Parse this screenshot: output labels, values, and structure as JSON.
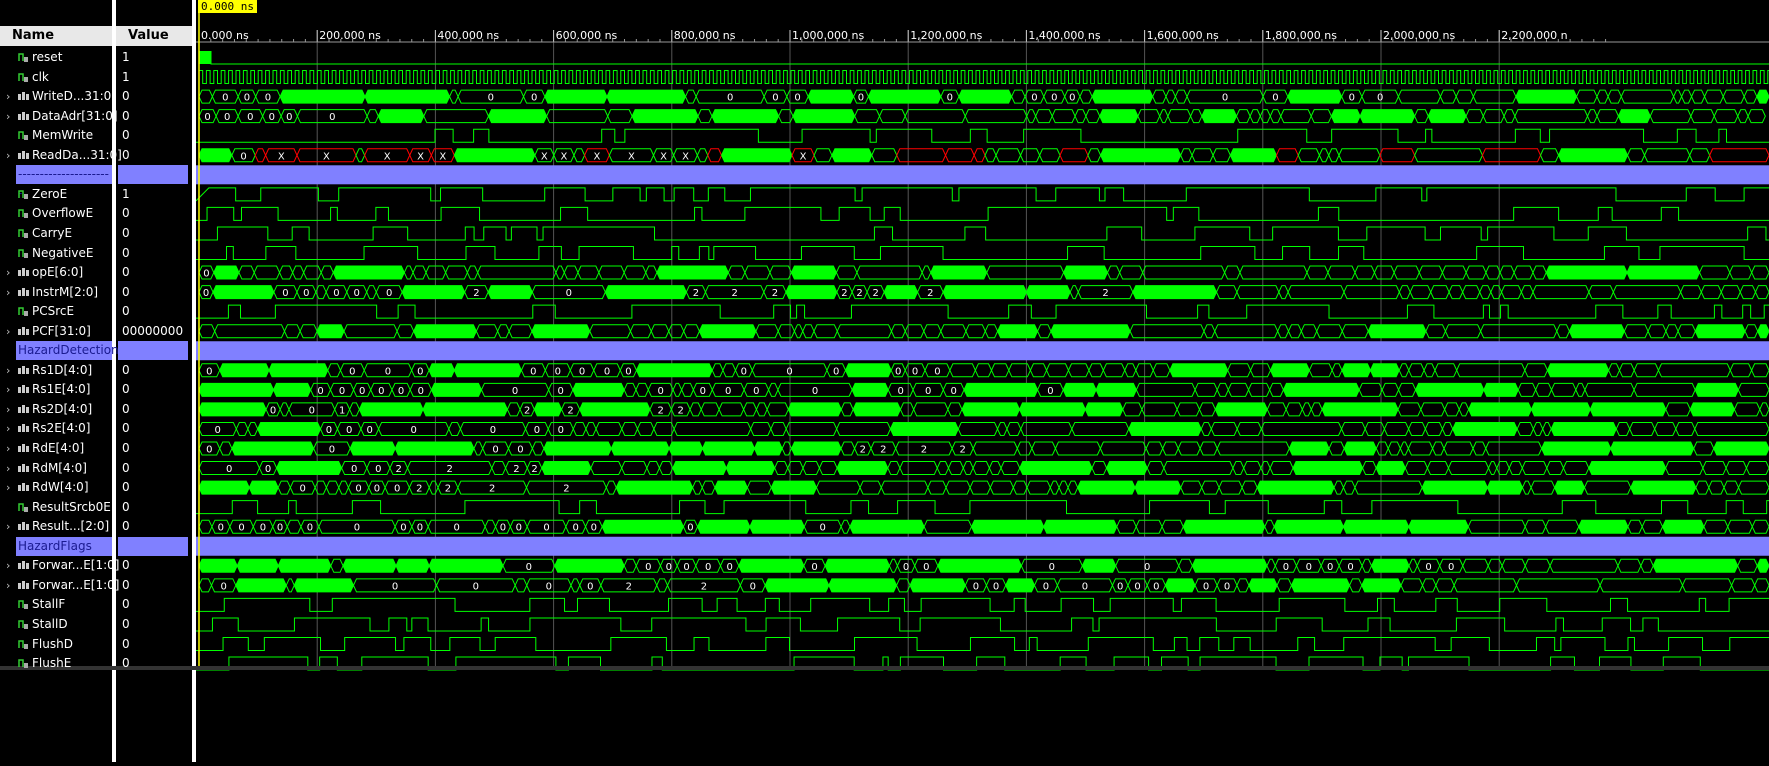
{
  "header": {
    "name_col": "Name",
    "value_col": "Value",
    "cursor_time": "0.000 ns"
  },
  "ruler": {
    "ticks": [
      "0.000 ns",
      "200.000 ns",
      "400.000 ns",
      "600.000 ns",
      "800.000 ns",
      "1,000.000 ns",
      "1,200.000 ns",
      "1,400.000 ns",
      "1,600.000 ns",
      "1,800.000 ns",
      "2,000.000 ns",
      "2,200.000 n"
    ]
  },
  "colors": {
    "wave": "#00ff00",
    "bus_x": "#ff0000",
    "divider": "#8080ff",
    "cursor": "#ffff00",
    "grid": "#555555"
  },
  "signals": [
    {
      "name": "reset",
      "value": "1",
      "kind": "bit",
      "expand": false
    },
    {
      "name": "clk",
      "value": "1",
      "kind": "clock",
      "expand": false
    },
    {
      "name": "WriteD...31:0]",
      "value": "0",
      "kind": "bus",
      "expand": true,
      "labels": [
        "0",
        "0",
        "0",
        "0",
        "0",
        "0",
        "0",
        "0",
        "0",
        "0",
        "0",
        "0",
        "0",
        "0",
        "0",
        "0",
        "0"
      ]
    },
    {
      "name": "DataAdr[31:0]",
      "value": "0",
      "kind": "bus",
      "expand": true,
      "labels": [
        "0",
        "0",
        "0",
        "0",
        "0",
        "0"
      ]
    },
    {
      "name": "MemWrite",
      "value": "0",
      "kind": "bit",
      "expand": false
    },
    {
      "name": "ReadDa...31:0]",
      "value": "0",
      "kind": "busx",
      "expand": true,
      "labels": [
        "0",
        "X",
        "X",
        "X",
        "X",
        "X",
        "X",
        "X",
        "X",
        "X",
        "X",
        "X",
        "X"
      ]
    },
    {
      "name": "----------------------",
      "value": "",
      "kind": "divider",
      "expand": false
    },
    {
      "name": "ZeroE",
      "value": "1",
      "kind": "bit",
      "expand": false
    },
    {
      "name": "OverflowE",
      "value": "0",
      "kind": "bit",
      "expand": false
    },
    {
      "name": "CarryE",
      "value": "0",
      "kind": "bit",
      "expand": false
    },
    {
      "name": "NegativeE",
      "value": "0",
      "kind": "bit",
      "expand": false
    },
    {
      "name": "opE[6:0]",
      "value": "0",
      "kind": "bus",
      "expand": true,
      "labels": [
        "0"
      ]
    },
    {
      "name": "InstrM[2:0]",
      "value": "0",
      "kind": "bus",
      "expand": true,
      "labels": [
        "0",
        "0",
        "0",
        "0",
        "0",
        "0",
        "2",
        "0",
        "2",
        "2",
        "2",
        "2",
        "2",
        "2",
        "2",
        "2"
      ]
    },
    {
      "name": "PCSrcE",
      "value": "0",
      "kind": "bit",
      "expand": false
    },
    {
      "name": "PCF[31:0]",
      "value": "00000000",
      "kind": "bus",
      "expand": true,
      "labels": []
    },
    {
      "name": "HazardDetection",
      "value": "",
      "kind": "divider",
      "expand": false
    },
    {
      "name": "Rs1D[4:0]",
      "value": "0",
      "kind": "bus",
      "expand": true,
      "labels": [
        "0",
        "0",
        "0",
        "0",
        "0",
        "0",
        "0",
        "0",
        "0",
        "0",
        "0",
        "0",
        "0",
        "0",
        "0"
      ]
    },
    {
      "name": "Rs1E[4:0]",
      "value": "0",
      "kind": "bus",
      "expand": true,
      "labels": [
        "0",
        "0",
        "0",
        "0",
        "0",
        "0",
        "0",
        "0",
        "0",
        "0",
        "0",
        "0",
        "0",
        "0",
        "0",
        "0",
        "0"
      ]
    },
    {
      "name": "Rs2D[4:0]",
      "value": "0",
      "kind": "bus",
      "expand": true,
      "labels": [
        "0",
        "0",
        "1",
        "2",
        "2",
        "2",
        "2"
      ]
    },
    {
      "name": "Rs2E[4:0]",
      "value": "0",
      "kind": "bus",
      "expand": true,
      "labels": [
        "0",
        "0",
        "0",
        "0",
        "0",
        "0",
        "0",
        "0"
      ]
    },
    {
      "name": "RdE[4:0]",
      "value": "0",
      "kind": "bus",
      "expand": true,
      "labels": [
        "0",
        "0",
        "0",
        "0",
        "2",
        "2",
        "2",
        "2"
      ]
    },
    {
      "name": "RdM[4:0]",
      "value": "0",
      "kind": "bus",
      "expand": true,
      "labels": [
        "0",
        "0",
        "0",
        "0",
        "2",
        "2",
        "2",
        "2"
      ]
    },
    {
      "name": "RdW[4:0]",
      "value": "0",
      "kind": "bus",
      "expand": true,
      "labels": [
        "0",
        "0",
        "0",
        "0",
        "2",
        "2",
        "2",
        "2"
      ]
    },
    {
      "name": "ResultSrcb0E",
      "value": "0",
      "kind": "bit",
      "expand": false
    },
    {
      "name": "Result...[2:0]",
      "value": "0",
      "kind": "bus",
      "expand": true,
      "labels": [
        "0",
        "0",
        "0",
        "0",
        "0",
        "0",
        "0",
        "0",
        "0",
        "0",
        "0",
        "0",
        "0",
        "0",
        "0",
        "0"
      ]
    },
    {
      "name": "HazardFlags",
      "value": "",
      "kind": "divider",
      "expand": false
    },
    {
      "name": "Forwar...E[1:0]",
      "value": "0",
      "kind": "bus",
      "expand": true,
      "labels": [
        "0",
        "0",
        "0",
        "0",
        "0",
        "0",
        "0",
        "0",
        "0",
        "0",
        "0",
        "0",
        "0",
        "0",
        "0",
        "0",
        "0"
      ]
    },
    {
      "name": "Forwar...E[1:0]",
      "value": "0",
      "kind": "bus",
      "expand": true,
      "labels": [
        "0",
        "0",
        "0",
        "0",
        "0",
        "2",
        "2",
        "0",
        "0",
        "0",
        "0",
        "0",
        "0",
        "0",
        "0",
        "0",
        "0"
      ]
    },
    {
      "name": "StallF",
      "value": "0",
      "kind": "bit",
      "expand": false
    },
    {
      "name": "StallD",
      "value": "0",
      "kind": "bit",
      "expand": false
    },
    {
      "name": "FlushD",
      "value": "0",
      "kind": "bit",
      "expand": false
    },
    {
      "name": "FlushE",
      "value": "0",
      "kind": "bit",
      "expand": false
    }
  ]
}
